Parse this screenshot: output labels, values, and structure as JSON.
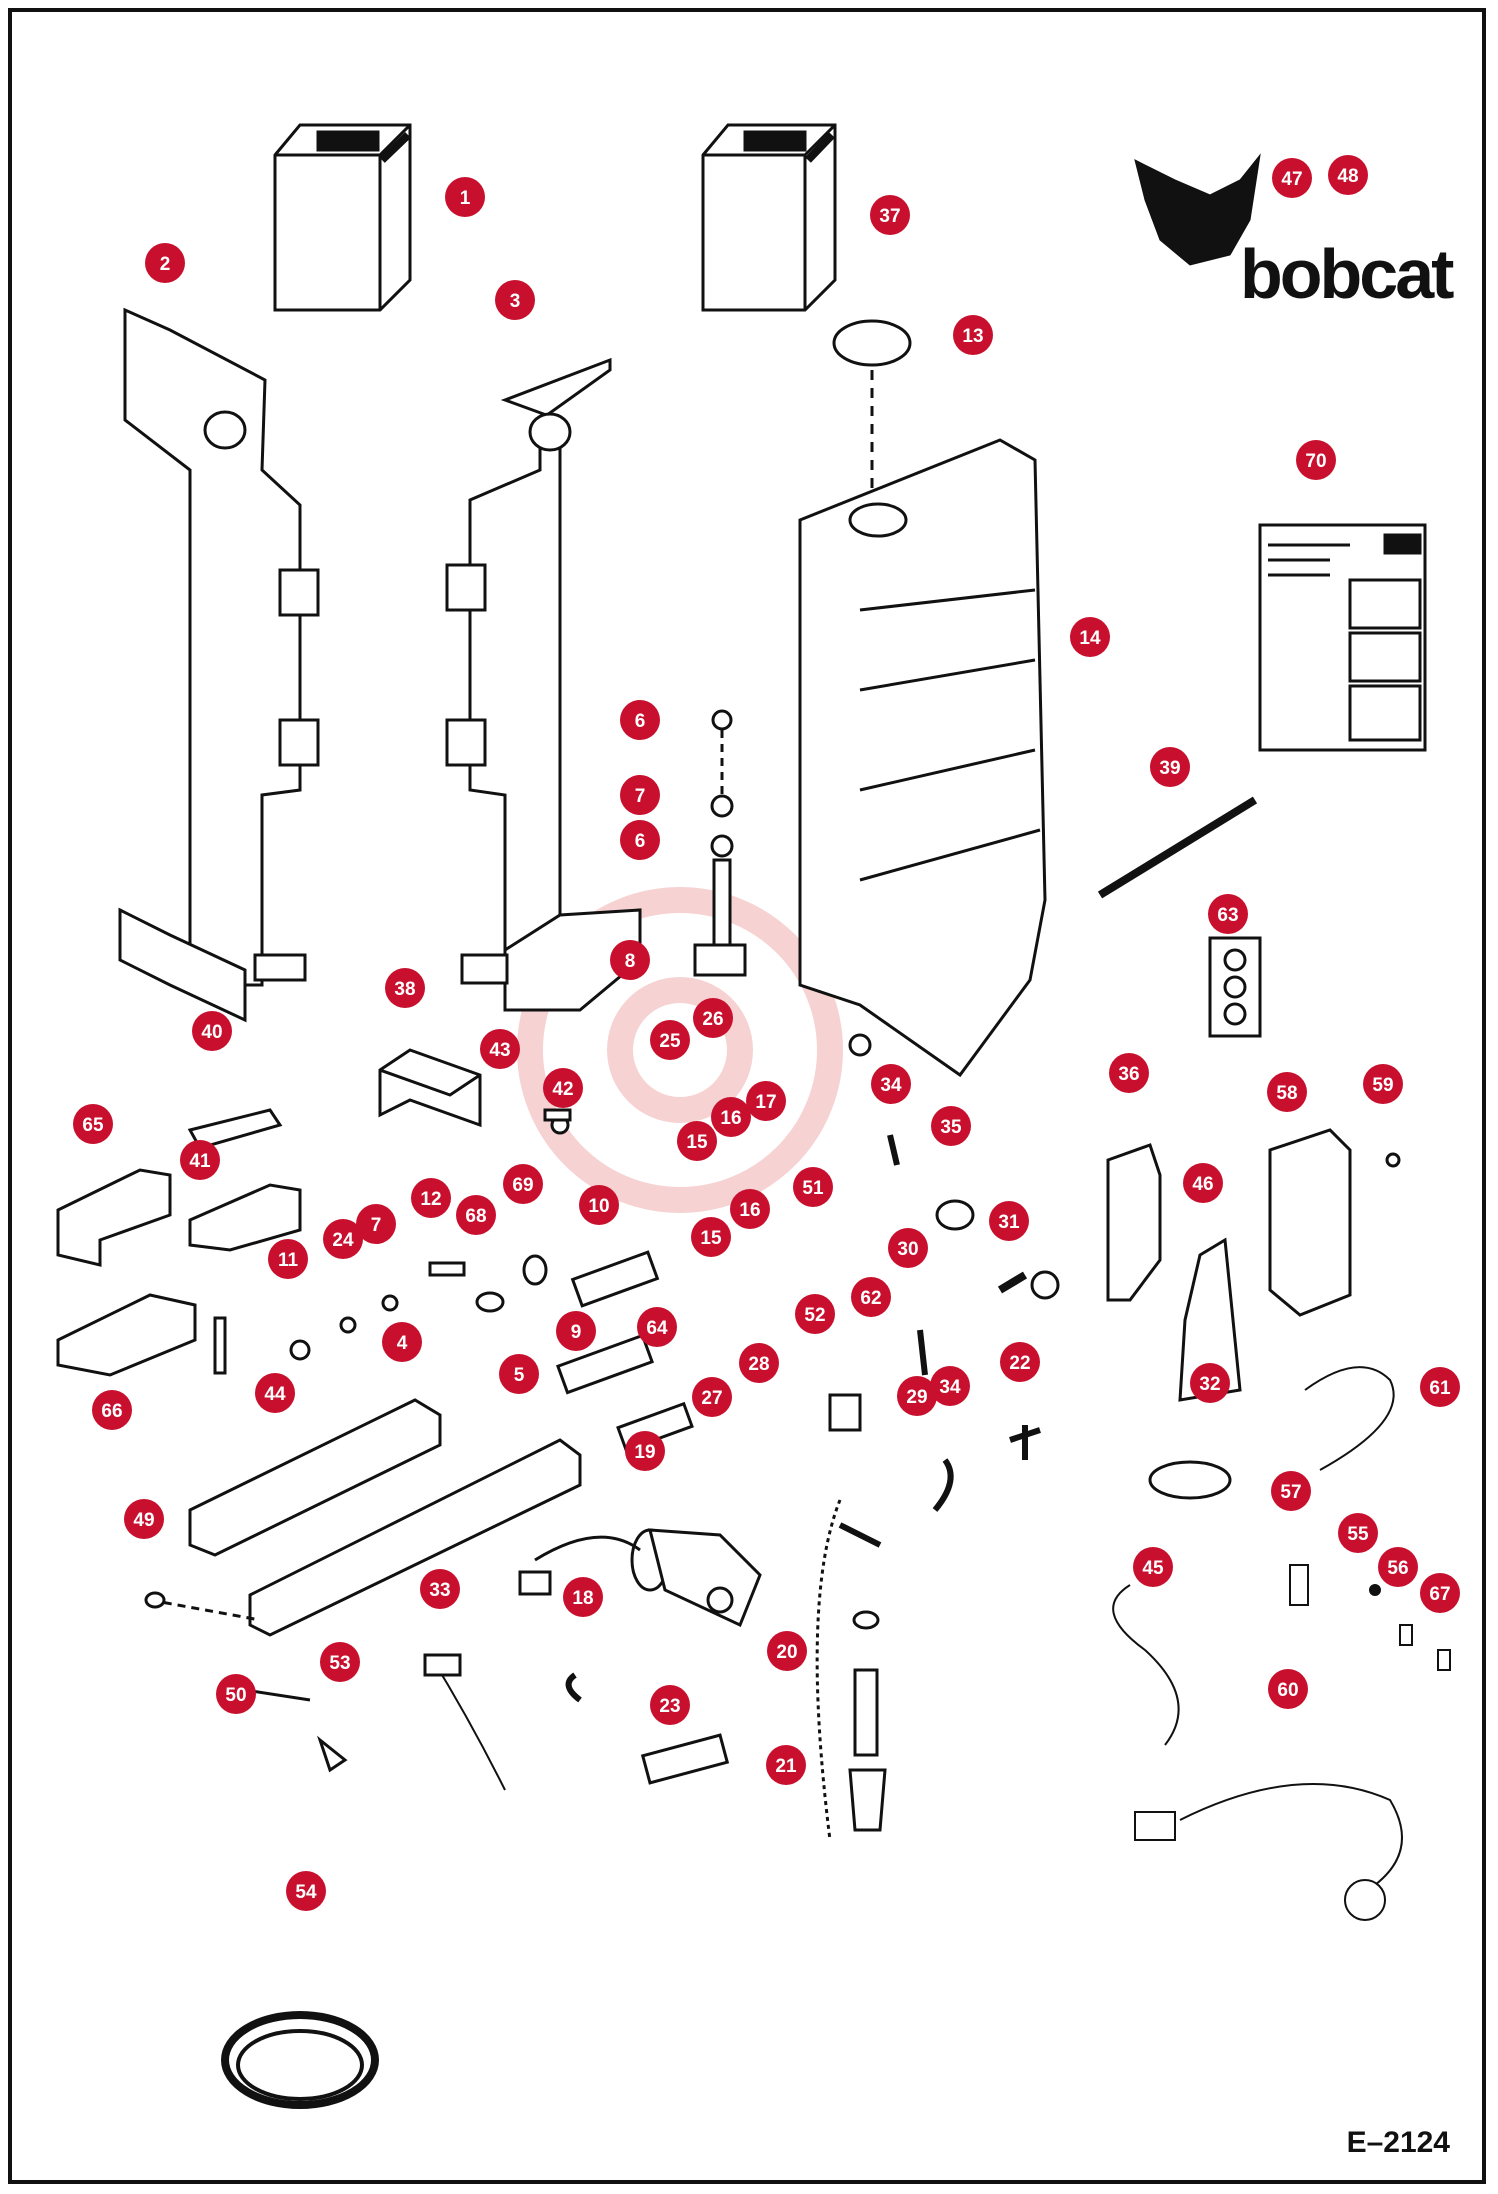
{
  "diagram": {
    "reference_code": "E–2124",
    "brand_text": "bobcat",
    "callout_color": "#c8102e",
    "callouts": [
      {
        "label": "1"
      },
      {
        "label": "2"
      },
      {
        "label": "3"
      },
      {
        "label": "37"
      },
      {
        "label": "47"
      },
      {
        "label": "48"
      },
      {
        "label": "13"
      },
      {
        "label": "70"
      },
      {
        "label": "14"
      },
      {
        "label": "6"
      },
      {
        "label": "7"
      },
      {
        "label": "6"
      },
      {
        "label": "39"
      },
      {
        "label": "8"
      },
      {
        "label": "63"
      },
      {
        "label": "38"
      },
      {
        "label": "40"
      },
      {
        "label": "43"
      },
      {
        "label": "25"
      },
      {
        "label": "26"
      },
      {
        "label": "34"
      },
      {
        "label": "36"
      },
      {
        "label": "58"
      },
      {
        "label": "59"
      },
      {
        "label": "65"
      },
      {
        "label": "41"
      },
      {
        "label": "42"
      },
      {
        "label": "16"
      },
      {
        "label": "17"
      },
      {
        "label": "35"
      },
      {
        "label": "15"
      },
      {
        "label": "69"
      },
      {
        "label": "12"
      },
      {
        "label": "68"
      },
      {
        "label": "10"
      },
      {
        "label": "51"
      },
      {
        "label": "46"
      },
      {
        "label": "24"
      },
      {
        "label": "7"
      },
      {
        "label": "16"
      },
      {
        "label": "15"
      },
      {
        "label": "31"
      },
      {
        "label": "11"
      },
      {
        "label": "30"
      },
      {
        "label": "62"
      },
      {
        "label": "9"
      },
      {
        "label": "64"
      },
      {
        "label": "52"
      },
      {
        "label": "4"
      },
      {
        "label": "5"
      },
      {
        "label": "28"
      },
      {
        "label": "22"
      },
      {
        "label": "66"
      },
      {
        "label": "44"
      },
      {
        "label": "27"
      },
      {
        "label": "29"
      },
      {
        "label": "34"
      },
      {
        "label": "32"
      },
      {
        "label": "61"
      },
      {
        "label": "19"
      },
      {
        "label": "57"
      },
      {
        "label": "49"
      },
      {
        "label": "55"
      },
      {
        "label": "56"
      },
      {
        "label": "67"
      },
      {
        "label": "33"
      },
      {
        "label": "45"
      },
      {
        "label": "18"
      },
      {
        "label": "20"
      },
      {
        "label": "53"
      },
      {
        "label": "50"
      },
      {
        "label": "23"
      },
      {
        "label": "60"
      },
      {
        "label": "21"
      },
      {
        "label": "54"
      }
    ]
  }
}
